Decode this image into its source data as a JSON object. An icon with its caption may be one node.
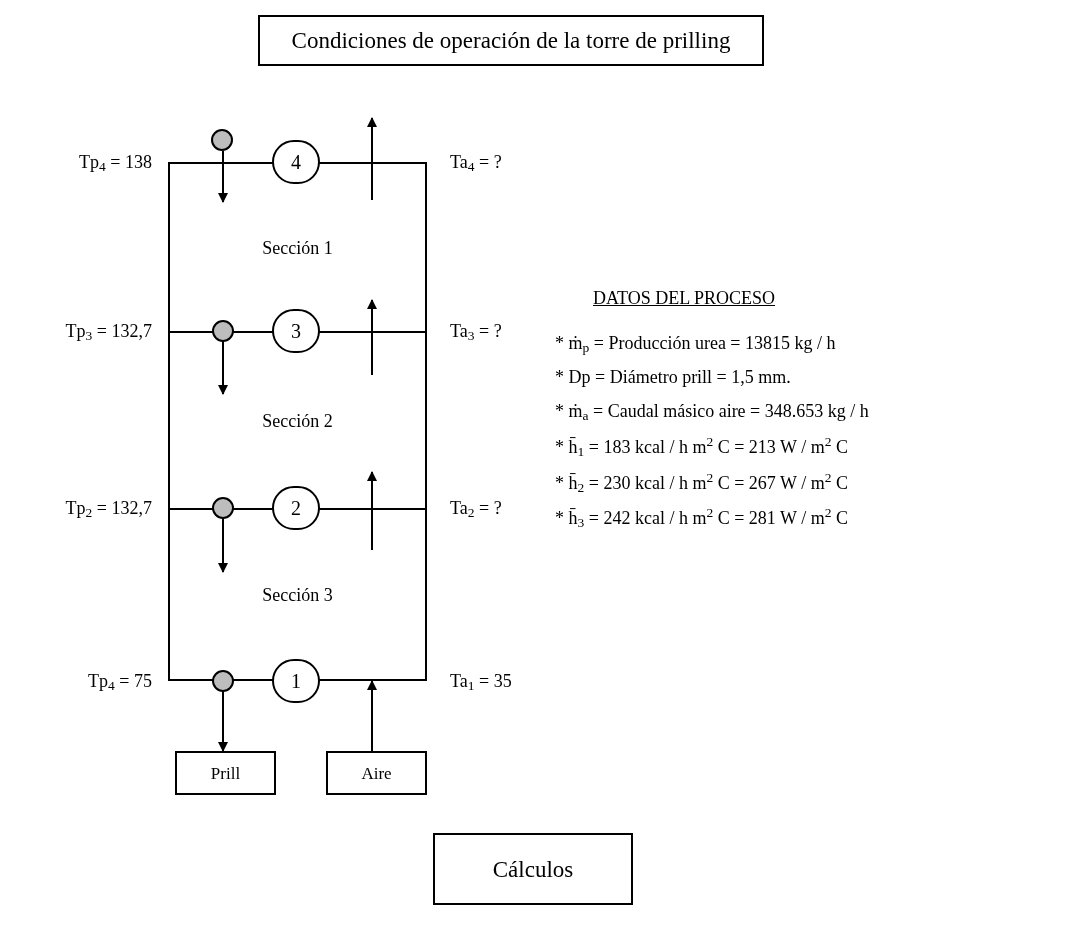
{
  "diagram": {
    "nodes": [
      {
        "text": [
          "Condiciones de operación de la torre de prilling"
        ]
      },
      {
        "text": [
          "Sección 1"
        ]
      },
      {
        "text": [
          "Sección 2"
        ]
      },
      {
        "text": [
          "Sección 3"
        ]
      },
      {
        "text": [
          "4"
        ]
      },
      {
        "text": [
          "3"
        ]
      },
      {
        "text": [
          "2"
        ]
      },
      {
        "text": [
          "1"
        ]
      },
      {
        "text": [
          "Prill"
        ]
      },
      {
        "text": [
          "Aire"
        ]
      },
      {
        "text": [
          "Cálculos"
        ]
      }
    ],
    "edges": [
      {
        "from": 3,
        "to": 8,
        "arrow": "to"
      },
      {
        "from": 9,
        "to": 3,
        "arrow": "to"
      },
      {
        "from": null,
        "to": 1,
        "arrow": "to"
      },
      {
        "from": 1,
        "to": 2,
        "arrow": "to"
      },
      {
        "from": 2,
        "to": 3,
        "arrow": "to"
      },
      {
        "from": 3,
        "to": 2,
        "arrow": "to"
      },
      {
        "from": 2,
        "to": 1,
        "arrow": "to"
      },
      {
        "from": 1,
        "to": null,
        "arrow": "to"
      }
    ],
    "labels": [
      "Tp$_{4}$ = 138",
      "Ta$_{4}$ = ?",
      "Tp$_{3}$ = 132,7",
      "Ta$_{3}$ = ?",
      "Tp$_{2}$ = 132,7",
      "Ta$_{2}$ = ?",
      "Tp$_{4}$ = 75",
      "Ta$_{1}$ = 35",
      "DATOS DEL PROCESO",
      "* ṁ$_{p}$ = Producción urea = 13815 kg / h",
      "* Dp = Diámetro prill = 1,5 mm.",
      "* ṁ$_{a}$ = Caudal másico aire = 348.653 kg / h",
      "* h̄$_{1}$ = 183 kcal / h m$^{2}$ C = 213 W / m$^{2}$ C",
      "* h̄$_{2}$ = 230 kcal / h m$^{2}$ C = 267 W / m$^{2}$ C",
      "* h̄$_{3}$ = 242 kcal / h m$^{2}$ C = 281 W / m$^{2}$ C"
    ]
  }
}
